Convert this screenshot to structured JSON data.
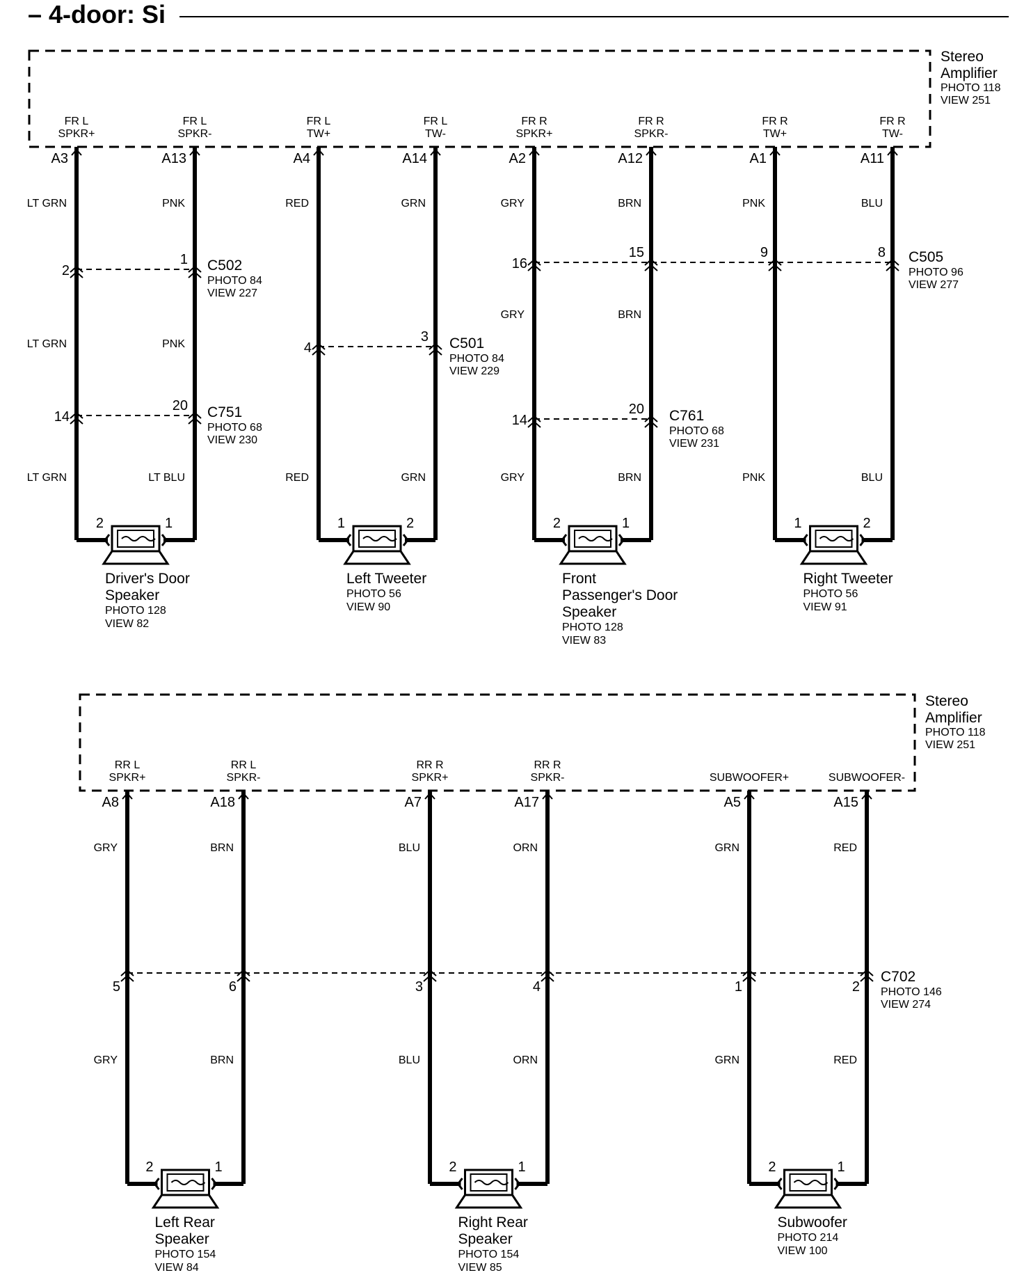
{
  "title": "– 4-door: Si",
  "amplifiers": [
    {
      "id": "amp-front",
      "name_lines": [
        "Stereo",
        "Amplifier"
      ],
      "ref_lines": [
        "PHOTO 118",
        "VIEW 251"
      ]
    },
    {
      "id": "amp-rear",
      "name_lines": [
        "Stereo",
        "Amplifier"
      ],
      "ref_lines": [
        "PHOTO 118",
        "VIEW 251"
      ]
    }
  ],
  "terminals": [
    {
      "id": "fr-l-spkr-pos",
      "lines": [
        "FR L",
        "SPKR+"
      ],
      "pin": "A3"
    },
    {
      "id": "fr-l-spkr-neg",
      "lines": [
        "FR L",
        "SPKR-"
      ],
      "pin": "A13"
    },
    {
      "id": "fr-l-tw-pos",
      "lines": [
        "FR L",
        "TW+"
      ],
      "pin": "A4"
    },
    {
      "id": "fr-l-tw-neg",
      "lines": [
        "FR L",
        "TW-"
      ],
      "pin": "A14"
    },
    {
      "id": "fr-r-spkr-pos",
      "lines": [
        "FR R",
        "SPKR+"
      ],
      "pin": "A2"
    },
    {
      "id": "fr-r-spkr-neg",
      "lines": [
        "FR R",
        "SPKR-"
      ],
      "pin": "A12"
    },
    {
      "id": "fr-r-tw-pos",
      "lines": [
        "FR R",
        "TW+"
      ],
      "pin": "A1"
    },
    {
      "id": "fr-r-tw-neg",
      "lines": [
        "FR R",
        "TW-"
      ],
      "pin": "A11"
    },
    {
      "id": "rr-l-spkr-pos",
      "lines": [
        "RR L",
        "SPKR+"
      ],
      "pin": "A8"
    },
    {
      "id": "rr-l-spkr-neg",
      "lines": [
        "RR L",
        "SPKR-"
      ],
      "pin": "A18"
    },
    {
      "id": "rr-r-spkr-pos",
      "lines": [
        "RR R",
        "SPKR+"
      ],
      "pin": "A7"
    },
    {
      "id": "rr-r-spkr-neg",
      "lines": [
        "RR R",
        "SPKR-"
      ],
      "pin": "A17"
    },
    {
      "id": "subwoofer-pos",
      "lines": [
        "SUBWOOFER+"
      ],
      "pin": "A5"
    },
    {
      "id": "subwoofer-neg",
      "lines": [
        "SUBWOOFER-"
      ],
      "pin": "A15"
    }
  ],
  "wire_colors": [
    "LT GRN",
    "PNK",
    "RED",
    "GRN",
    "GRY",
    "BRN",
    "PNK",
    "BLU",
    "LT GRN",
    "PNK",
    "GRY",
    "BRN",
    "LT GRN",
    "LT BLU",
    "RED",
    "GRN",
    "GRY",
    "BRN",
    "PNK",
    "BLU",
    "GRY",
    "BRN",
    "BLU",
    "ORN",
    "GRN",
    "RED",
    "GRY",
    "BRN",
    "BLU",
    "ORN",
    "GRN",
    "RED"
  ],
  "connectors": [
    {
      "id": "c502",
      "name": "C502",
      "ref_lines": [
        "PHOTO 84",
        "VIEW 227"
      ]
    },
    {
      "id": "c501",
      "name": "C501",
      "ref_lines": [
        "PHOTO 84",
        "VIEW 229"
      ]
    },
    {
      "id": "c505",
      "name": "C505",
      "ref_lines": [
        "PHOTO 96",
        "VIEW 277"
      ]
    },
    {
      "id": "c751",
      "name": "C751",
      "ref_lines": [
        "PHOTO 68",
        "VIEW 230"
      ]
    },
    {
      "id": "c761",
      "name": "C761",
      "ref_lines": [
        "PHOTO 68",
        "VIEW 231"
      ]
    },
    {
      "id": "c702",
      "name": "C702",
      "ref_lines": [
        "PHOTO 146",
        "VIEW 274"
      ]
    }
  ],
  "connector_pins": [
    "2",
    "1",
    "4",
    "3",
    "16",
    "15",
    "9",
    "8",
    "14",
    "20",
    "14",
    "20",
    "5",
    "6",
    "3",
    "4",
    "1",
    "2"
  ],
  "speakers": [
    {
      "id": "drivers-door-speaker",
      "name_lines": [
        "Driver's Door",
        "Speaker"
      ],
      "ref_lines": [
        "PHOTO 128",
        "VIEW 82"
      ],
      "pins": [
        "2",
        "1"
      ]
    },
    {
      "id": "left-tweeter",
      "name_lines": [
        "Left Tweeter"
      ],
      "ref_lines": [
        "PHOTO 56",
        "VIEW 90"
      ],
      "pins": [
        "1",
        "2"
      ]
    },
    {
      "id": "front-passengers-door-speaker",
      "name_lines": [
        "Front",
        "Passenger's Door",
        "Speaker"
      ],
      "ref_lines": [
        "PHOTO 128",
        "VIEW 83"
      ],
      "pins": [
        "2",
        "1"
      ]
    },
    {
      "id": "right-tweeter",
      "name_lines": [
        "Right Tweeter"
      ],
      "ref_lines": [
        "PHOTO 56",
        "VIEW 91"
      ],
      "pins": [
        "1",
        "2"
      ]
    },
    {
      "id": "left-rear-speaker",
      "name_lines": [
        "Left Rear",
        "Speaker"
      ],
      "ref_lines": [
        "PHOTO 154",
        "VIEW 84"
      ],
      "pins": [
        "2",
        "1"
      ]
    },
    {
      "id": "right-rear-speaker",
      "name_lines": [
        "Right Rear",
        "Speaker"
      ],
      "ref_lines": [
        "PHOTO 154",
        "VIEW 85"
      ],
      "pins": [
        "2",
        "1"
      ]
    },
    {
      "id": "subwoofer",
      "name_lines": [
        "Subwoofer"
      ],
      "ref_lines": [
        "PHOTO 214",
        "VIEW 100"
      ],
      "pins": [
        "2",
        "1"
      ]
    }
  ]
}
